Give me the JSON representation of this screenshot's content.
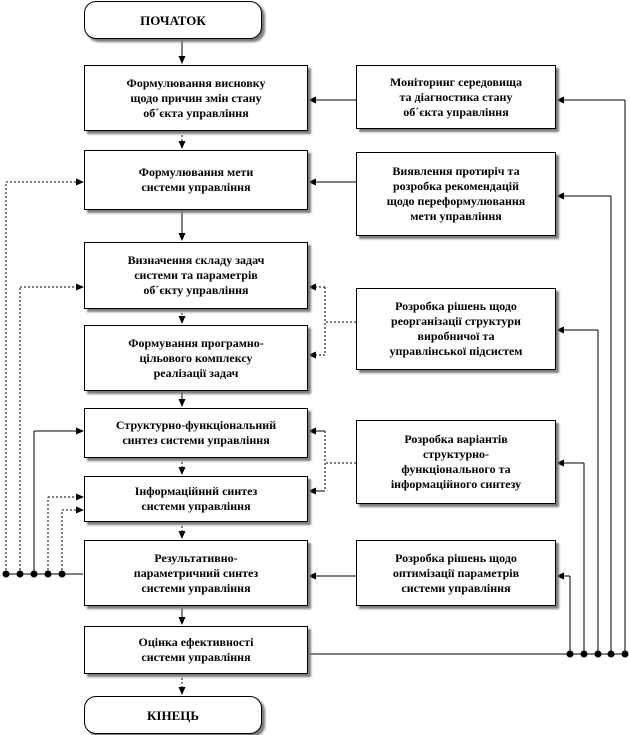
{
  "diagram": {
    "start": "ПОЧАТОК",
    "end": "КІНЕЦЬ",
    "main_steps": [
      "Формулювання висновку\nщодо причин змін стану\nоб´єкта управління",
      "Формулювання мети\nсистеми управління",
      "Визначення складу задач\nсистеми та параметрів\nоб´єкту управління",
      "Формування програмно-\nцільового комплексу\nреалізації задач",
      "Структурно-функціональний\nсинтез системи управління",
      "Інформаційний синтез\nсистеми управління",
      "Результативно-\nпараметричний синтез\nсистеми управління",
      "Оцінка ефективності\nсистеми управління"
    ],
    "side_steps": [
      "Моніторинг середовища\nта діагностика стану\nоб´єкта управління",
      "Виявлення протиріч та\nрозробка рекомендацій\nщодо переформулювання\nмети управління",
      "Розробка рішень щодо\nреорганізації структури\nвиробничої та\nуправлінської підсистем",
      "Розробка варіантів\nструктурно-\nфункціонального та\nінформаційного синтезу",
      "Розробка рішень щодо\nоптимізації параметрів\nсистеми управління"
    ]
  }
}
